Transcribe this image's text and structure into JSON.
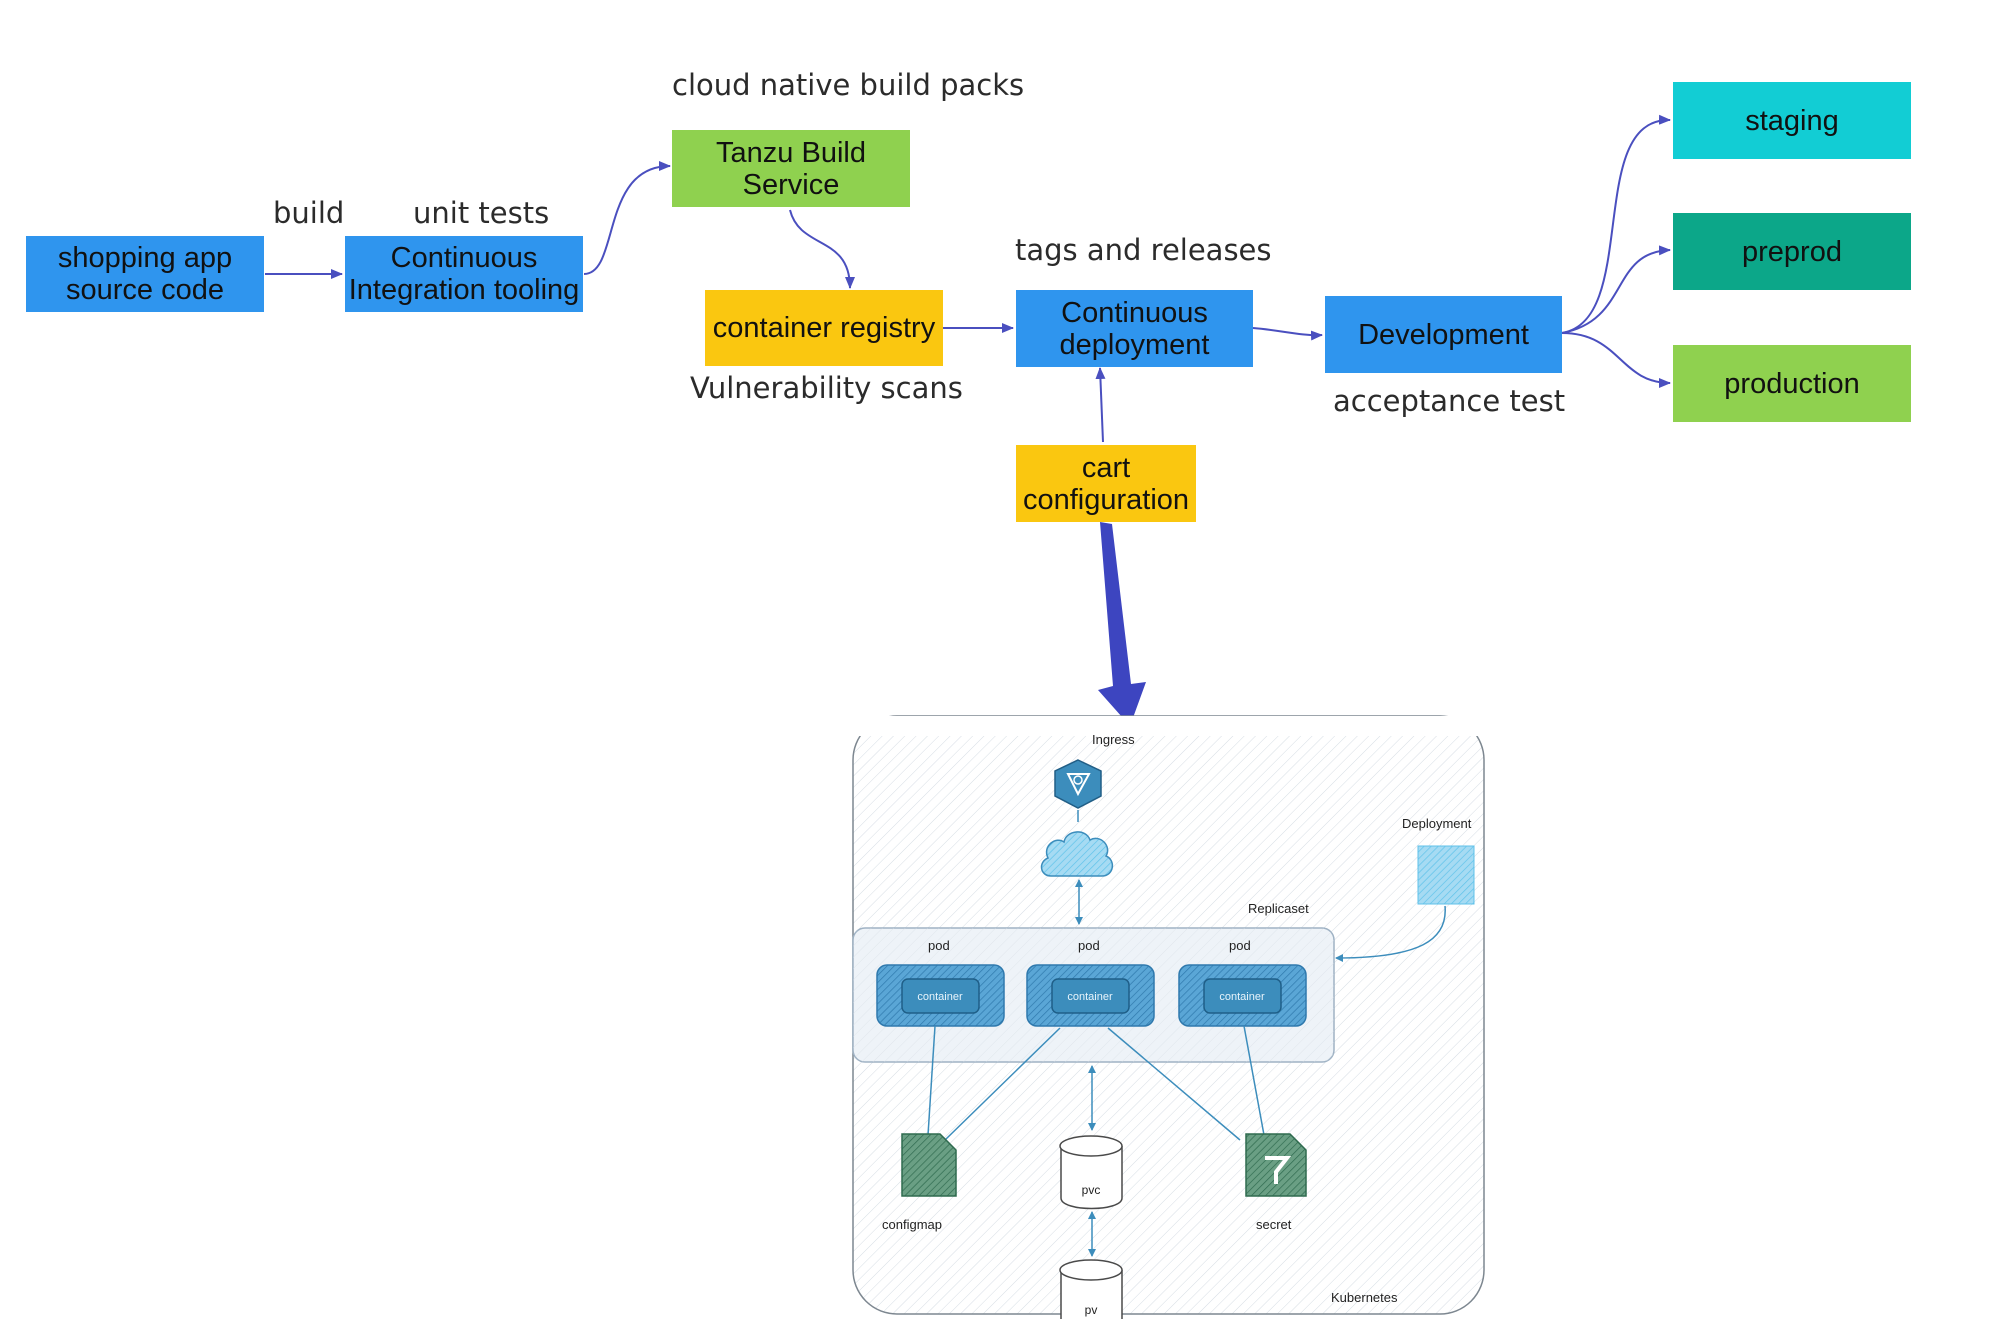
{
  "pipeline": {
    "boxes": {
      "source": "shopping app\nsource code",
      "ci": "Continuous\nIntegration tooling",
      "tbs": "Tanzu Build\nService",
      "registry": "container registry",
      "cd": "Continuous\ndeployment",
      "cart": "cart\nconfiguration",
      "development": "Development",
      "staging": "staging",
      "preprod": "preprod",
      "production": "production"
    },
    "notes": {
      "build": "build",
      "unit_tests": "unit tests",
      "build_packs": "cloud native build packs",
      "tags_releases": "tags and releases",
      "vuln_scans": "Vulnerability  scans",
      "acceptance": "acceptance test"
    }
  },
  "kubernetes": {
    "ingress": "Ingress",
    "deployment": "Deployment",
    "replicaset": "Replicaset",
    "pod": "pod",
    "container": "container",
    "configmap": "configmap",
    "pvc": "pvc",
    "secret": "secret",
    "pv": "pv",
    "kubernetes": "Kubernetes"
  },
  "colors": {
    "blue": "#2f95ee",
    "green": "#8fd14f",
    "yellow": "#fac710",
    "teal": "#12cdd4",
    "dark_green": "#0ca789",
    "arrow": "#4a4fbf",
    "k8s_blue": "#3c8dbc"
  }
}
